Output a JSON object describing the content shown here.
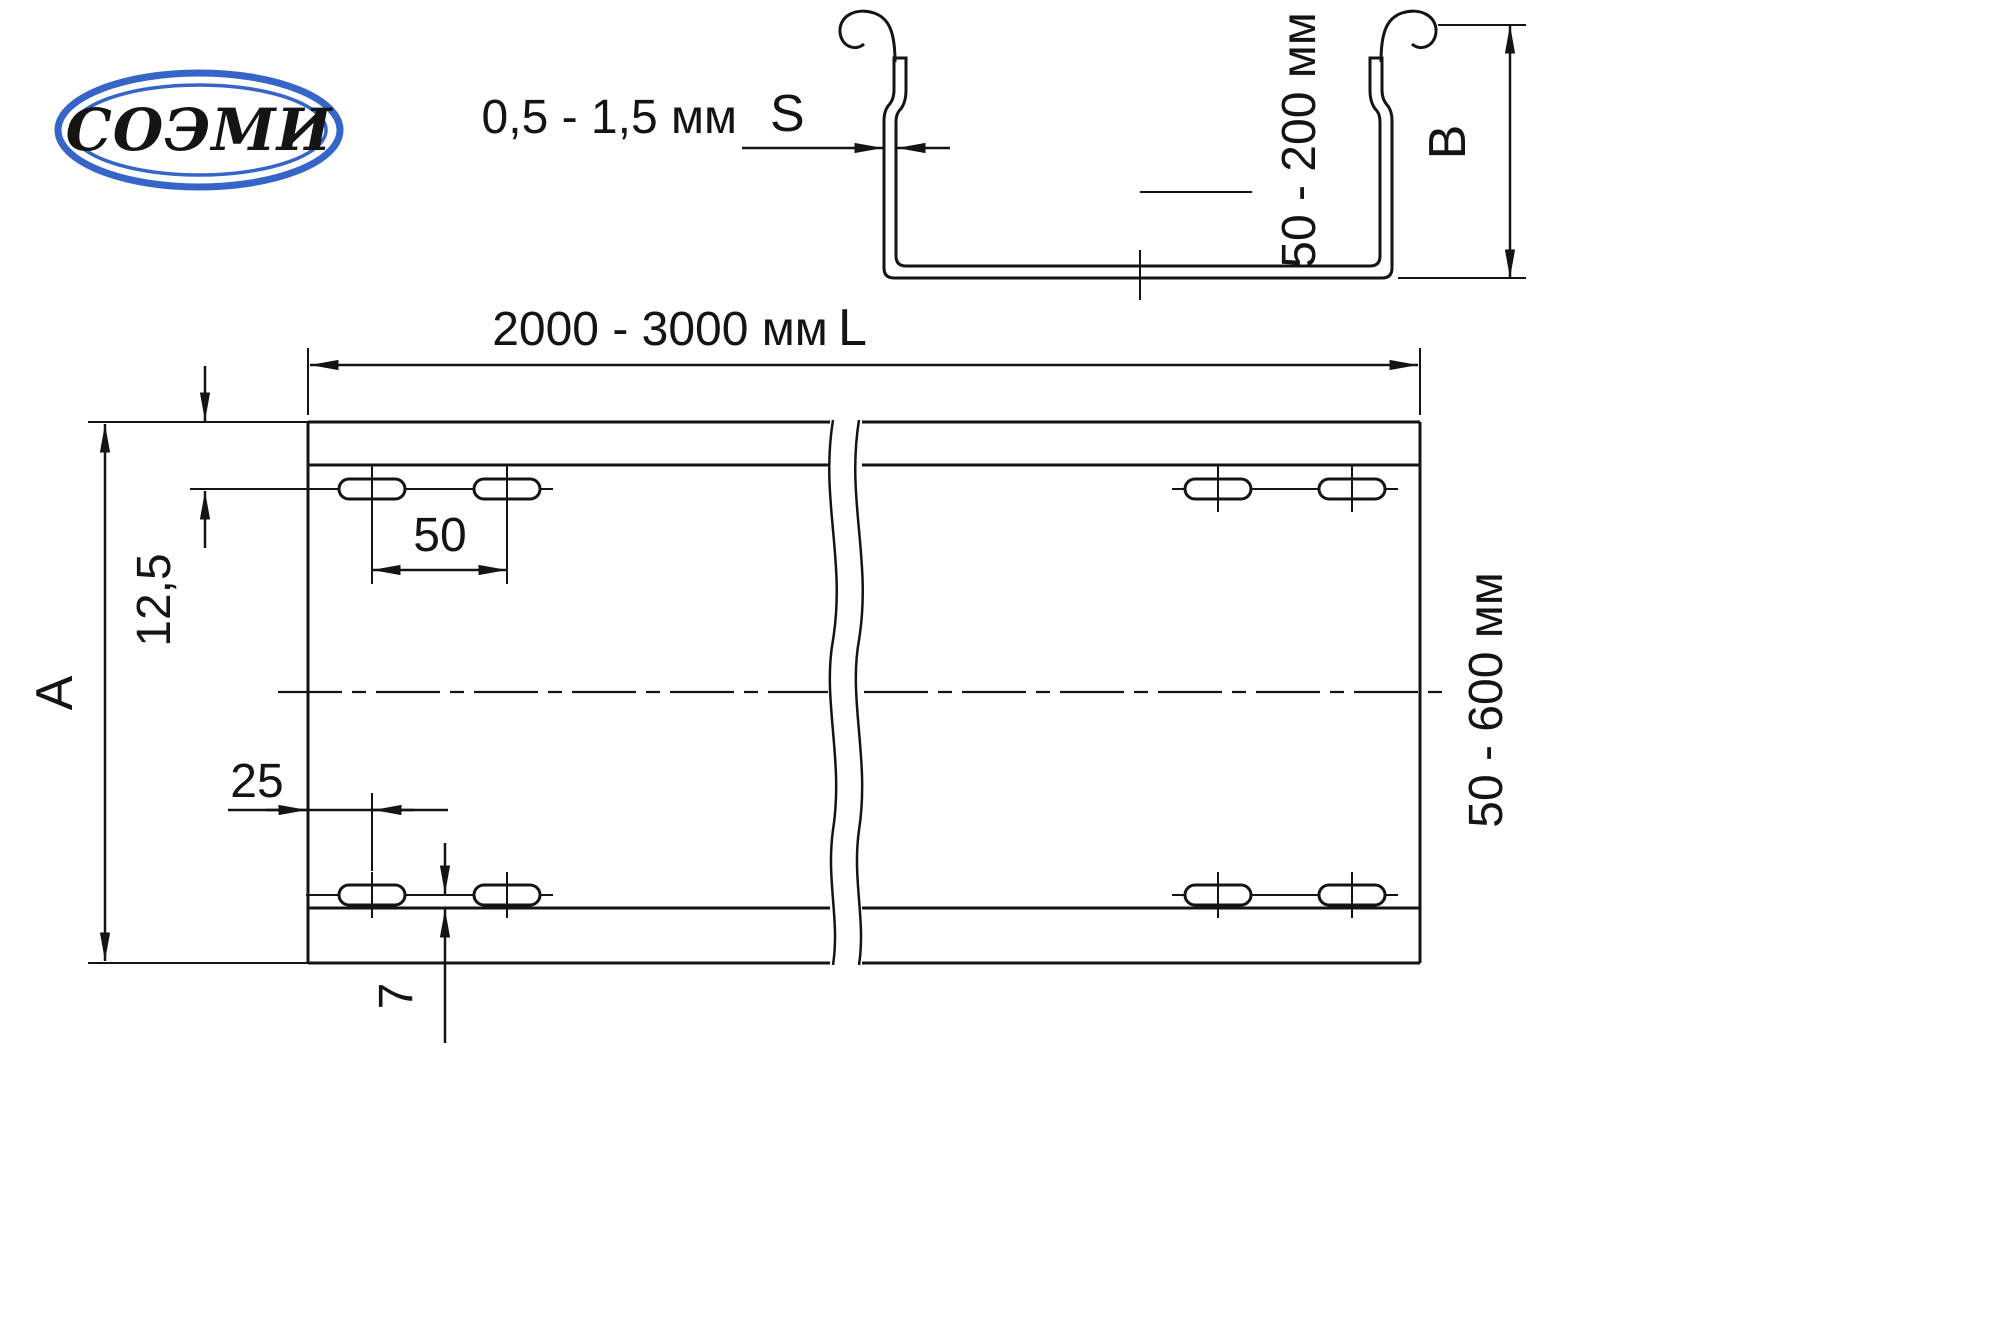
{
  "colors": {
    "ink": "#141414",
    "logo_blue": "#3565c8"
  },
  "logo": {
    "text": "СОЭМИ"
  },
  "cross_section": {
    "thickness_range": "0,5 - 1,5 мм",
    "thickness_symbol": "S",
    "height_range": "50 - 200 мм",
    "height_symbol": "B"
  },
  "plan": {
    "length_range": "2000 - 3000 мм",
    "length_symbol": "L",
    "width_symbol": "A",
    "width_range": "50 - 600 мм",
    "edge_to_slot_row": "12,5",
    "slot_pitch": "50",
    "edge_to_first_slot": "25",
    "slot_row_to_fold": "7"
  }
}
